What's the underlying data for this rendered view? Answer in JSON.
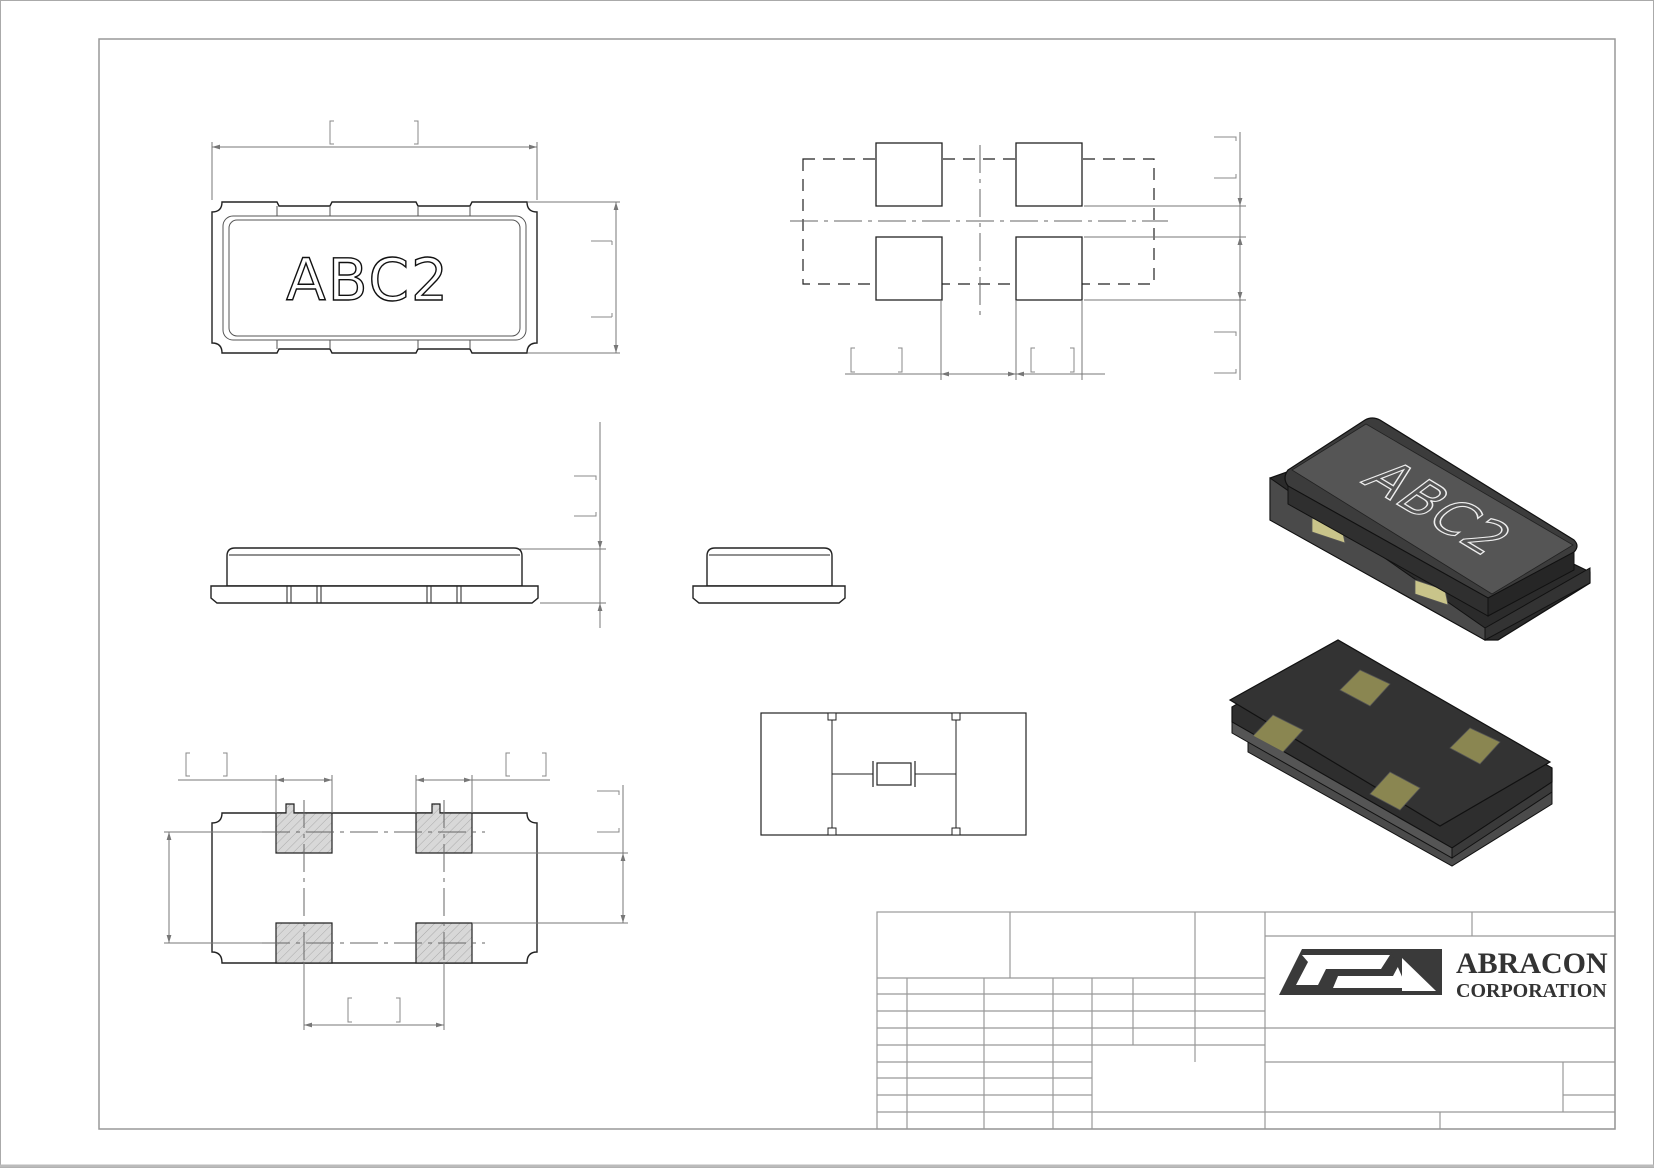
{
  "part": {
    "marking": "ABC2"
  },
  "logo": {
    "line1": "ABRACON",
    "line2": "CORPORATION"
  },
  "colors": {
    "pad_gold": "#c9c48a",
    "body_dark": "#3a3a3a",
    "frame": "#999999"
  }
}
